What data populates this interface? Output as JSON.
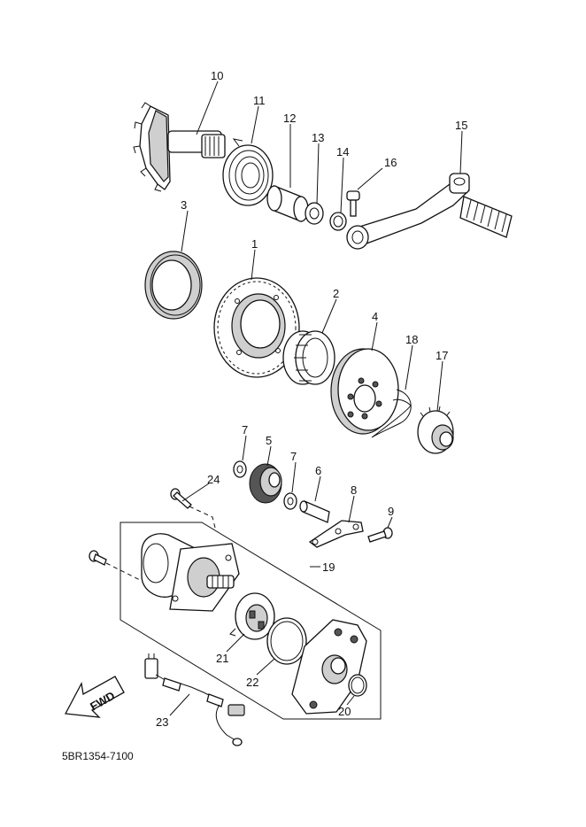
{
  "catalog_code": "5BR1354-7100",
  "fwd_label": "FWD",
  "callouts": {
    "p1": "1",
    "p2": "2",
    "p3": "3",
    "p4": "4",
    "p5": "5",
    "p6": "6",
    "p7a": "7",
    "p7b": "7",
    "p8": "8",
    "p9": "9",
    "p10": "10",
    "p11": "11",
    "p12": "12",
    "p13": "13",
    "p14": "14",
    "p15": "15",
    "p16": "16",
    "p17": "17",
    "p18": "18",
    "p19": "19",
    "p20": "20",
    "p21": "21",
    "p22": "22",
    "p23": "23",
    "p24": "24"
  }
}
